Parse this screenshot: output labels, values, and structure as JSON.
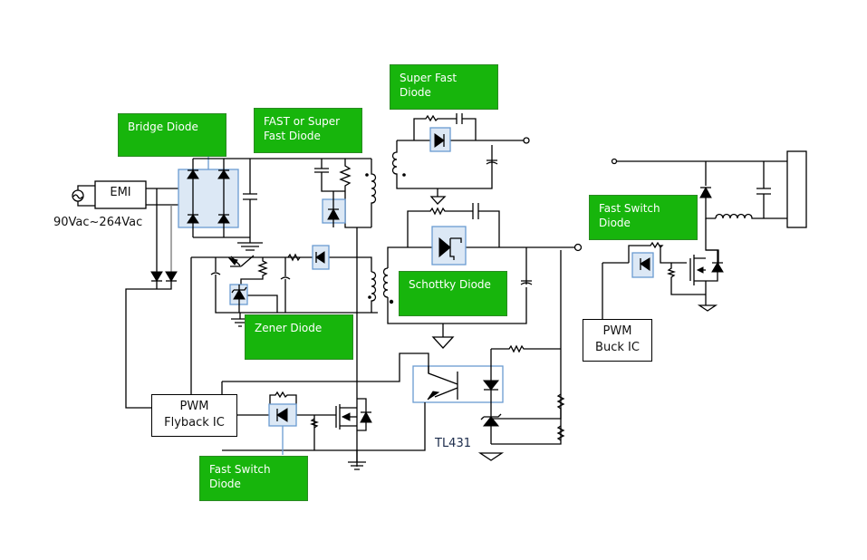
{
  "diagram": {
    "title": "AC-DC Flyback + Buck Power Supply Diode Applications",
    "callouts": {
      "bridge_diode": "Bridge Diode",
      "fast_or_super_fast_line1": "FAST or Super",
      "fast_or_super_fast_line2": "Fast Diode",
      "super_fast_diode": "Super Fast Diode",
      "schottky_diode": "Schottky Diode",
      "zener_diode": "Zener Diode",
      "fast_switch_diode_primary_line1": "Fast Switch",
      "fast_switch_diode_primary_line2": "Diode",
      "fast_switch_diode_buck_line1": "Fast Switch",
      "fast_switch_diode_buck_line2": "Diode"
    },
    "blocks": {
      "emi": "EMI",
      "pwm_flyback_line1": "PWM",
      "pwm_flyback_line2": "Flyback IC",
      "pwm_buck_line1": "PWM",
      "pwm_buck_line2": "Buck IC"
    },
    "labels": {
      "input_voltage": "90Vac~264Vac",
      "tl431": "TL431"
    },
    "colors": {
      "callout_green": "#17b50c",
      "highlight_fill": "#dce8f5",
      "highlight_border": "#6a9bd1",
      "wire": "#000000"
    }
  }
}
